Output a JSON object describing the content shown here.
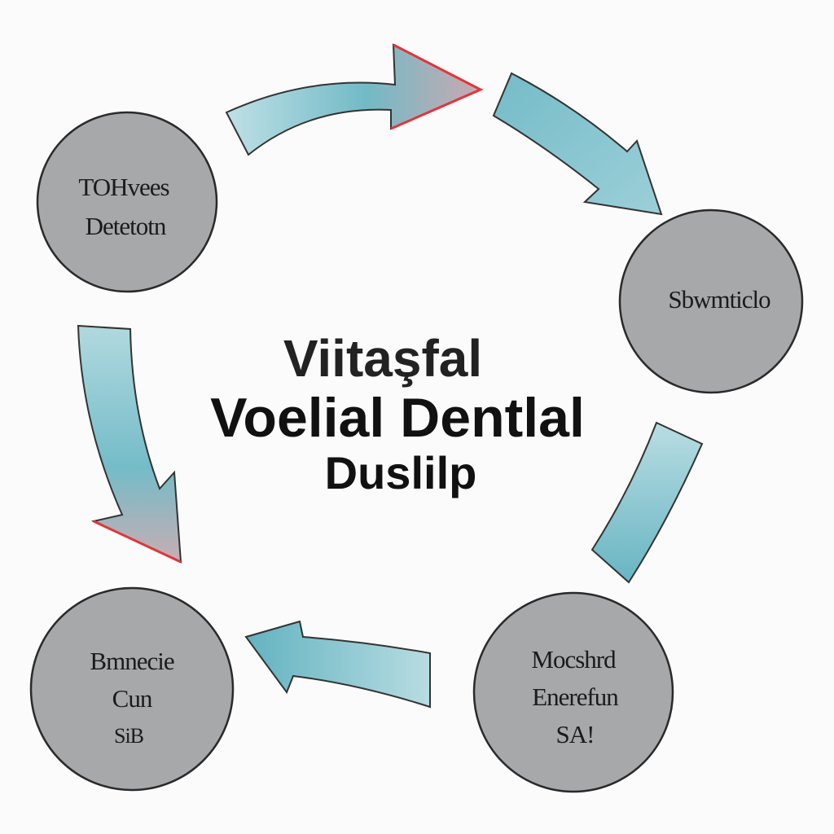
{
  "diagram": {
    "center_title": [
      "Viitaşfal",
      "Voelial Dentlal",
      "Duslilp"
    ],
    "nodes": [
      {
        "id": "top-left",
        "lines": [
          "TOHvees",
          "Detetotn"
        ]
      },
      {
        "id": "right",
        "lines": [
          "Sbwmticlo"
        ]
      },
      {
        "id": "bottom-right",
        "lines": [
          "Mocshrd",
          "Enerefun",
          "SA!"
        ]
      },
      {
        "id": "bottom-left",
        "lines": [
          "Bmnecie",
          "Cun",
          "SiB"
        ]
      }
    ],
    "colors": {
      "node_fill": "#a7a8aa",
      "node_stroke": "#2a2a2a",
      "arrow_fill": "#6fb9c6",
      "arrow_highlight": "#e4343a",
      "text": "#1b1b1b",
      "background": "#fbfbfb"
    }
  }
}
